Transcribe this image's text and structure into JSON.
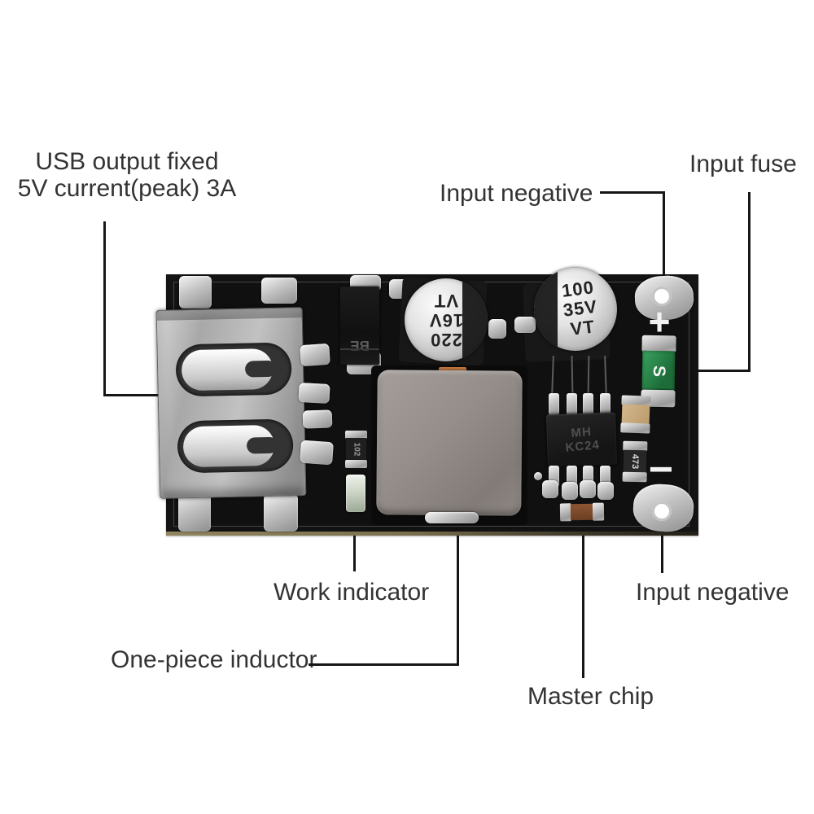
{
  "labels": {
    "usb_output": {
      "line1": "USB output fixed",
      "line2": "5V current(peak) 3A"
    },
    "input_negative_top": "Input negative",
    "input_fuse": "Input fuse",
    "work_indicator": "Work indicator",
    "input_negative_bottom": "Input negative",
    "one_piece_inductor": "One-piece inductor",
    "master_chip": "Master chip"
  },
  "board_markings": {
    "output_capacitor": {
      "line1": "220",
      "line2": "16V",
      "line3": "VT"
    },
    "input_capacitor": {
      "line1": "100",
      "line2": "35V",
      "line3": "VT"
    },
    "diode": "BE",
    "chip": {
      "line1": "MH",
      "line2": "KC24"
    },
    "fuse": "S",
    "resistor_near_led": "102",
    "resistor_near_chip": "473",
    "plus": "+",
    "minus": "−"
  },
  "colors": {
    "label_text": "#333333",
    "leader_line": "#161616",
    "pcb": "#101010",
    "fuse_green": "#2e8f4e",
    "background": "#ffffff"
  }
}
